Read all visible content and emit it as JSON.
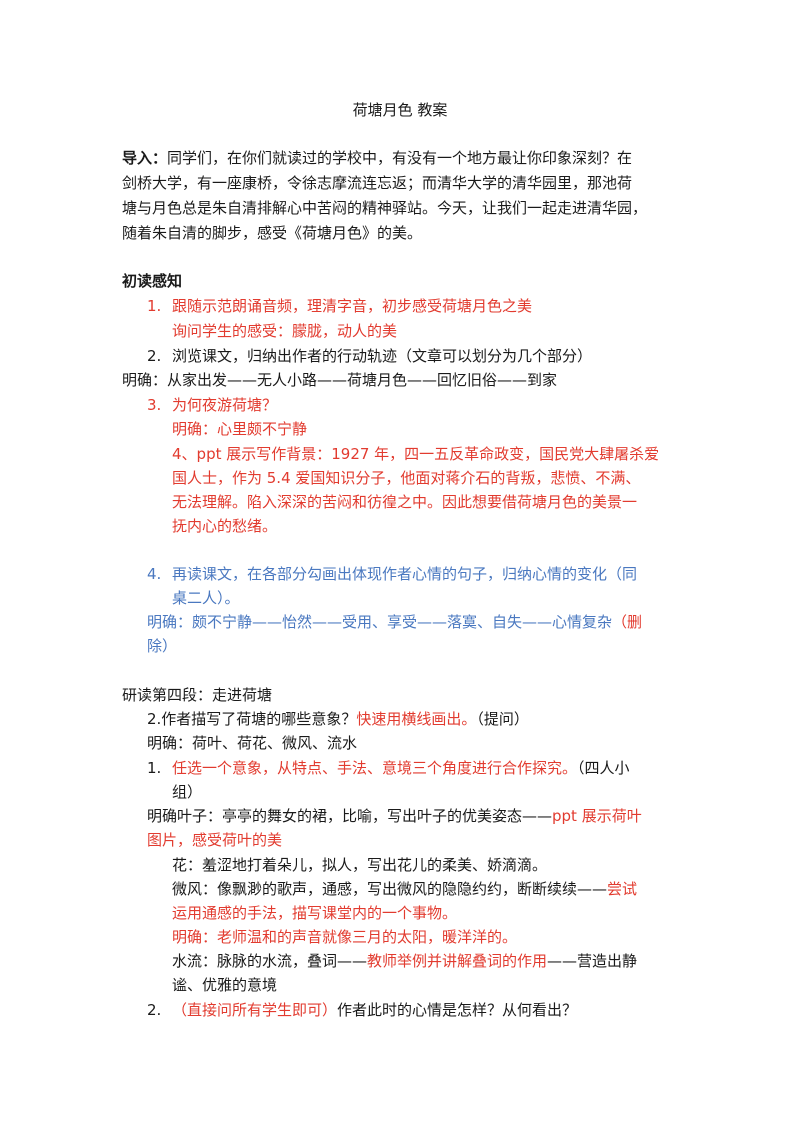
{
  "doc": {
    "title": "荷塘月色  教案",
    "intro": {
      "label": "导入：",
      "l1": "同学们，在你们就读过的学校中，有没有一个地方最让你印象深刻？在",
      "l2": "剑桥大学，有一座康桥，令徐志摩流连忘返；而清华大学的清华园里，那池荷",
      "l3": "塘与月色总是朱自清排解心中苦闷的精神驿站。今天，让我们一起走进清华园，",
      "l4": "随着朱自清的脚步，感受《荷塘月色》的美。"
    },
    "s1": {
      "heading": "初读感知",
      "i1_num": "1.",
      "i1_text": "跟随示范朗诵音频，理清字音，初步感受荷塘月色之美",
      "i1_sub": "询问学生的感受：朦胧，动人的美",
      "i2_num": "2.",
      "i2_text": "浏览课文，归纳出作者的行动轨迹（文章可以划分为几个部分）",
      "i2_ans": "明确：从家出发——无人小路——荷塘月色——回忆旧俗——到家",
      "i3_num": "3.",
      "i3_text": "为何夜游荷塘？",
      "i3_ans": "明确：心里颇不宁静",
      "i4_l1": "4、ppt 展示写作背景：1927 年，四一五反革命政变，国民党大肆屠杀爱",
      "i4_l2": "国人士，作为 5.4 爱国知识分子，他面对蒋介石的背叛，悲愤、不满、",
      "i4_l3": "无法理解。陷入深深的苦闷和彷徨之中。因此想要借荷塘月色的美景一",
      "i4_l4": "抚内心的愁绪。",
      "b4_num": "4.",
      "b4_l1": "再读课文，在各部分勾画出体现作者心情的句子，归纳心情的变化（同",
      "b4_l2": "桌二人）。",
      "b4_ans_a": "明确：颇不宁静——怡然——受用、享受——落寞、自失——心情复杂",
      "b4_ans_b": "（删",
      "b4_ans_c": "除）"
    },
    "s2": {
      "heading": "研读第四段：走进荷塘",
      "q2_a": "2.作者描写了荷塘的哪些意象？",
      "q2_b": "快速用横线画出。",
      "q2_c": "（提问）",
      "q2_ans": "明确：荷叶、荷花、微风、流水",
      "j1_num": "1.",
      "j1_a": "任选一个意象，从特点、手法、意境三个角度进行合作探究。",
      "j1_b": "（四人小",
      "j1_c": "组）",
      "leaf_a": "明确叶子：亭亭的舞女的裙，比喻，写出叶子的优美姿态——",
      "leaf_b": "ppt 展示荷叶",
      "leaf_c": "图片，感受荷叶的美",
      "flower": "花：羞涩地打着朵儿，拟人，写出花儿的柔美、娇滴滴。",
      "wind_a": "微风：像飘渺的歌声，通感，写出微风的隐隐约约，断断续续——",
      "wind_b": "尝试",
      "wind_c": "运用通感的手法，描写课堂内的一个事物。",
      "wind_d": "明确：老师温和的声音就像三月的太阳，暖洋洋的。",
      "water_a": "水流：脉脉的水流，叠词——",
      "water_b": "教师举例并讲解叠词的作用",
      "water_c": "——营造出静",
      "water_d": "谧、优雅的意境",
      "j2_num": "2.",
      "j2_a": "（直接问所有学生即可）",
      "j2_b": "作者此时的心情是怎样？从何看出？"
    }
  }
}
